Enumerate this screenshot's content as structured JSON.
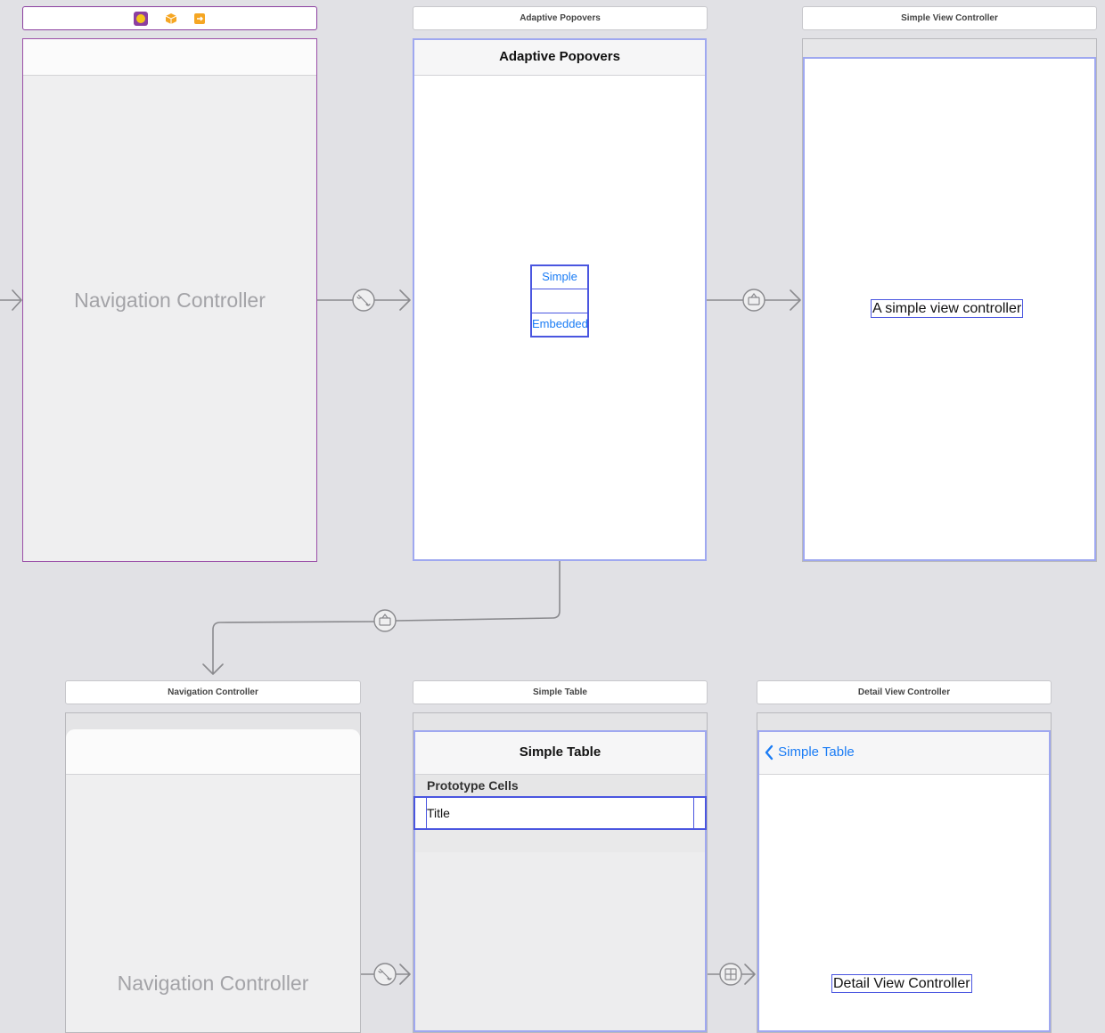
{
  "top_nav_controller": {
    "placeholder": "Navigation Controller"
  },
  "adaptive_popovers": {
    "scene_title": "Adaptive Popovers",
    "nav_title": "Adaptive Popovers",
    "simple_button": "Simple",
    "embedded_button": "Embedded"
  },
  "simple_view_controller": {
    "scene_title": "Simple View Controller",
    "label": "A simple view controller"
  },
  "bottom_nav_controller": {
    "scene_title": "Navigation Controller",
    "placeholder": "Navigation Controller"
  },
  "simple_table": {
    "scene_title": "Simple Table",
    "nav_title": "Simple Table",
    "section_header": "Prototype Cells",
    "cell_title": "Title"
  },
  "detail_view_controller": {
    "scene_title": "Detail View Controller",
    "back_label": "Simple Table",
    "label": "Detail View Controller"
  },
  "icons": [
    "view-controller-icon",
    "first-responder-icon",
    "exit-icon",
    "show-segue-icon",
    "popover-segue-icon",
    "show-detail-segue-icon",
    "chevron-left-icon"
  ],
  "colors": {
    "canvas": "#e1e1e5",
    "selection_purple": "#8c3fa0",
    "outline_blue": "#4a56e0",
    "link_blue": "#1a7cf5",
    "icon_orange": "#f5a623"
  }
}
